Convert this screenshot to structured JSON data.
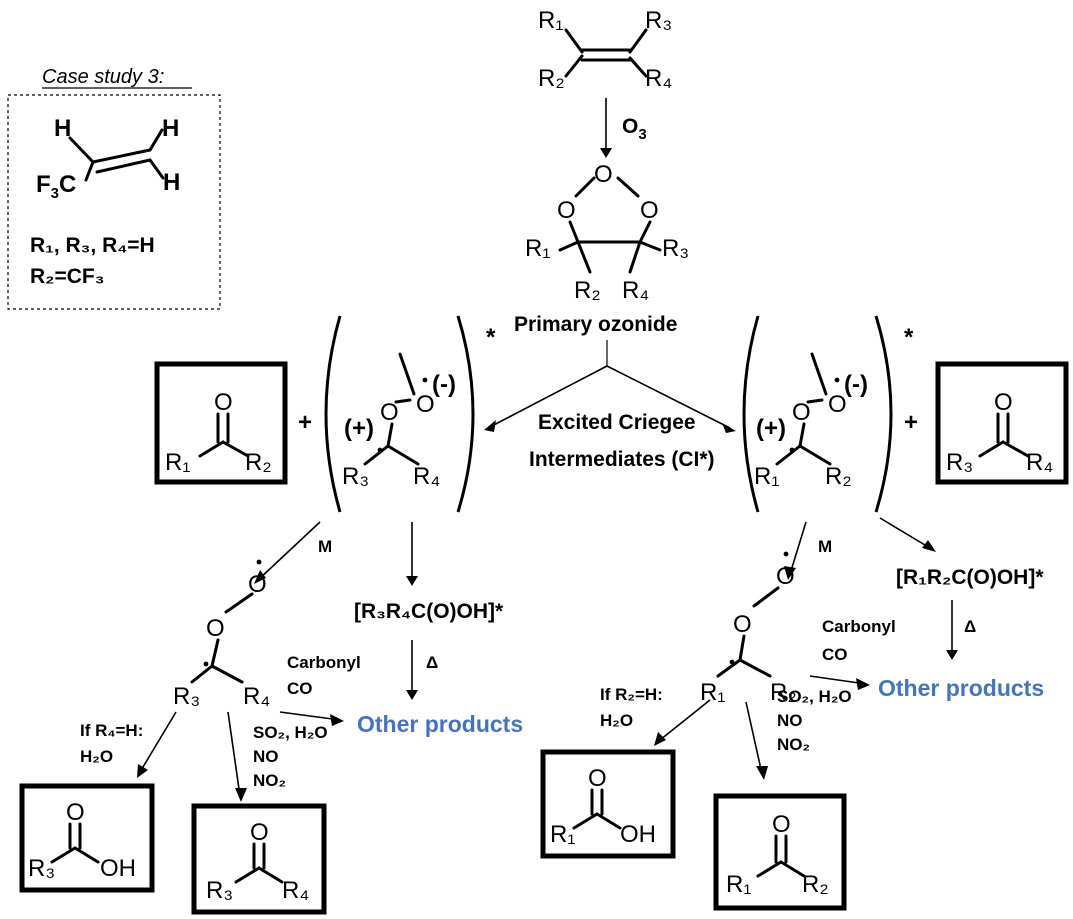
{
  "case_study": {
    "title": "Case study 3:",
    "h": "H",
    "f3c_main": "F",
    "f3c_sub": "3",
    "f3c_c": "C",
    "r_line1": "R₁, R₃, R₄=H",
    "r_line2": "R₂=CF₃"
  },
  "labels": {
    "o3": "O",
    "o3_sub": "3",
    "primary_ozonide": "Primary ozonide",
    "excited_1": "Excited Criegee",
    "excited_2": "Intermediates (CI*)",
    "m": "M",
    "delta": "Δ",
    "carbonyl": "Carbonyl",
    "co": "CO",
    "other_products": "Other products",
    "if_r4_h": "If R₄=H:",
    "if_r2_h": "If R₂=H:",
    "h2o": "H₂O",
    "so2_h2o": "SO₂, H₂O",
    "no": "NO",
    "no2": "NO₂",
    "acid_left": "[R₃R₄C(O)OH]*",
    "acid_right": "[R₁R₂C(O)OH]*",
    "plus": "+",
    "star": "*",
    "minus": "(-)",
    "plus_charge": "(+)"
  },
  "atoms": {
    "R1": "R₁",
    "R2": "R₂",
    "R3": "R₃",
    "R4": "R₄",
    "O": "O",
    "OH": "OH"
  }
}
